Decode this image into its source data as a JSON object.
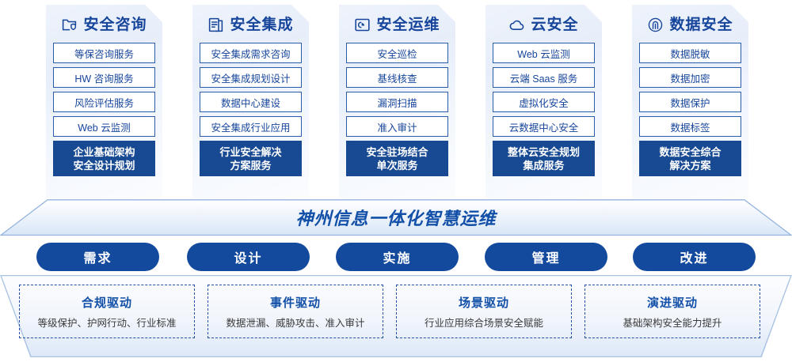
{
  "pillars": [
    {
      "icon": "folder-shield-icon",
      "title": "安全咨询",
      "items": [
        "等保咨询服务",
        "HW 咨询服务",
        "风险评估服务",
        "Web 云监测"
      ],
      "summary": [
        "企业基础架构",
        "安全设计规划"
      ]
    },
    {
      "icon": "documents-stack-icon",
      "title": "安全集成",
      "items": [
        "安全集成需求咨询",
        "安全集成规划设计",
        "数据中心建设",
        "安全集成行业应用"
      ],
      "summary": [
        "行业安全解决",
        "方案服务"
      ]
    },
    {
      "icon": "monitor-chart-icon",
      "title": "安全运维",
      "items": [
        "安全巡检",
        "基线核查",
        "漏洞扫描",
        "准入审计"
      ],
      "summary": [
        "安全驻场结合",
        "单次服务"
      ]
    },
    {
      "icon": "cloud-icon",
      "title": "云安全",
      "items": [
        "Web 云监测",
        "云端 Saas 服务",
        "虚拟化安全",
        "云数据中心安全"
      ],
      "summary": [
        "整体云安全规划",
        "集成服务"
      ]
    },
    {
      "icon": "fingerprint-icon",
      "title": "数据安全",
      "items": [
        "数据脱敏",
        "数据加密",
        "数据保护",
        "数据标签"
      ],
      "summary": [
        "数据安全综合",
        "解决方案"
      ]
    }
  ],
  "banner": {
    "text": "神州信息一体化智慧运维"
  },
  "phases": [
    {
      "label": "需求"
    },
    {
      "label": "设计"
    },
    {
      "label": "实施"
    },
    {
      "label": "管理"
    },
    {
      "label": "改进"
    }
  ],
  "drivers": [
    {
      "title": "合规驱动",
      "desc": "等级保护、护网行动、行业标准"
    },
    {
      "title": "事件驱动",
      "desc": "数据泄漏、威胁攻击、准入审计"
    },
    {
      "title": "场景驱动",
      "desc": "行业应用综合场景安全赋能"
    },
    {
      "title": "演进驱动",
      "desc": "基础架构安全能力提升"
    }
  ],
  "colors": {
    "brand_blue": "#16459b",
    "deep_blue": "#174a92",
    "pill_blue": "#134a9e",
    "card_border": "#2a5caa",
    "dashed_border": "#2450a6"
  }
}
